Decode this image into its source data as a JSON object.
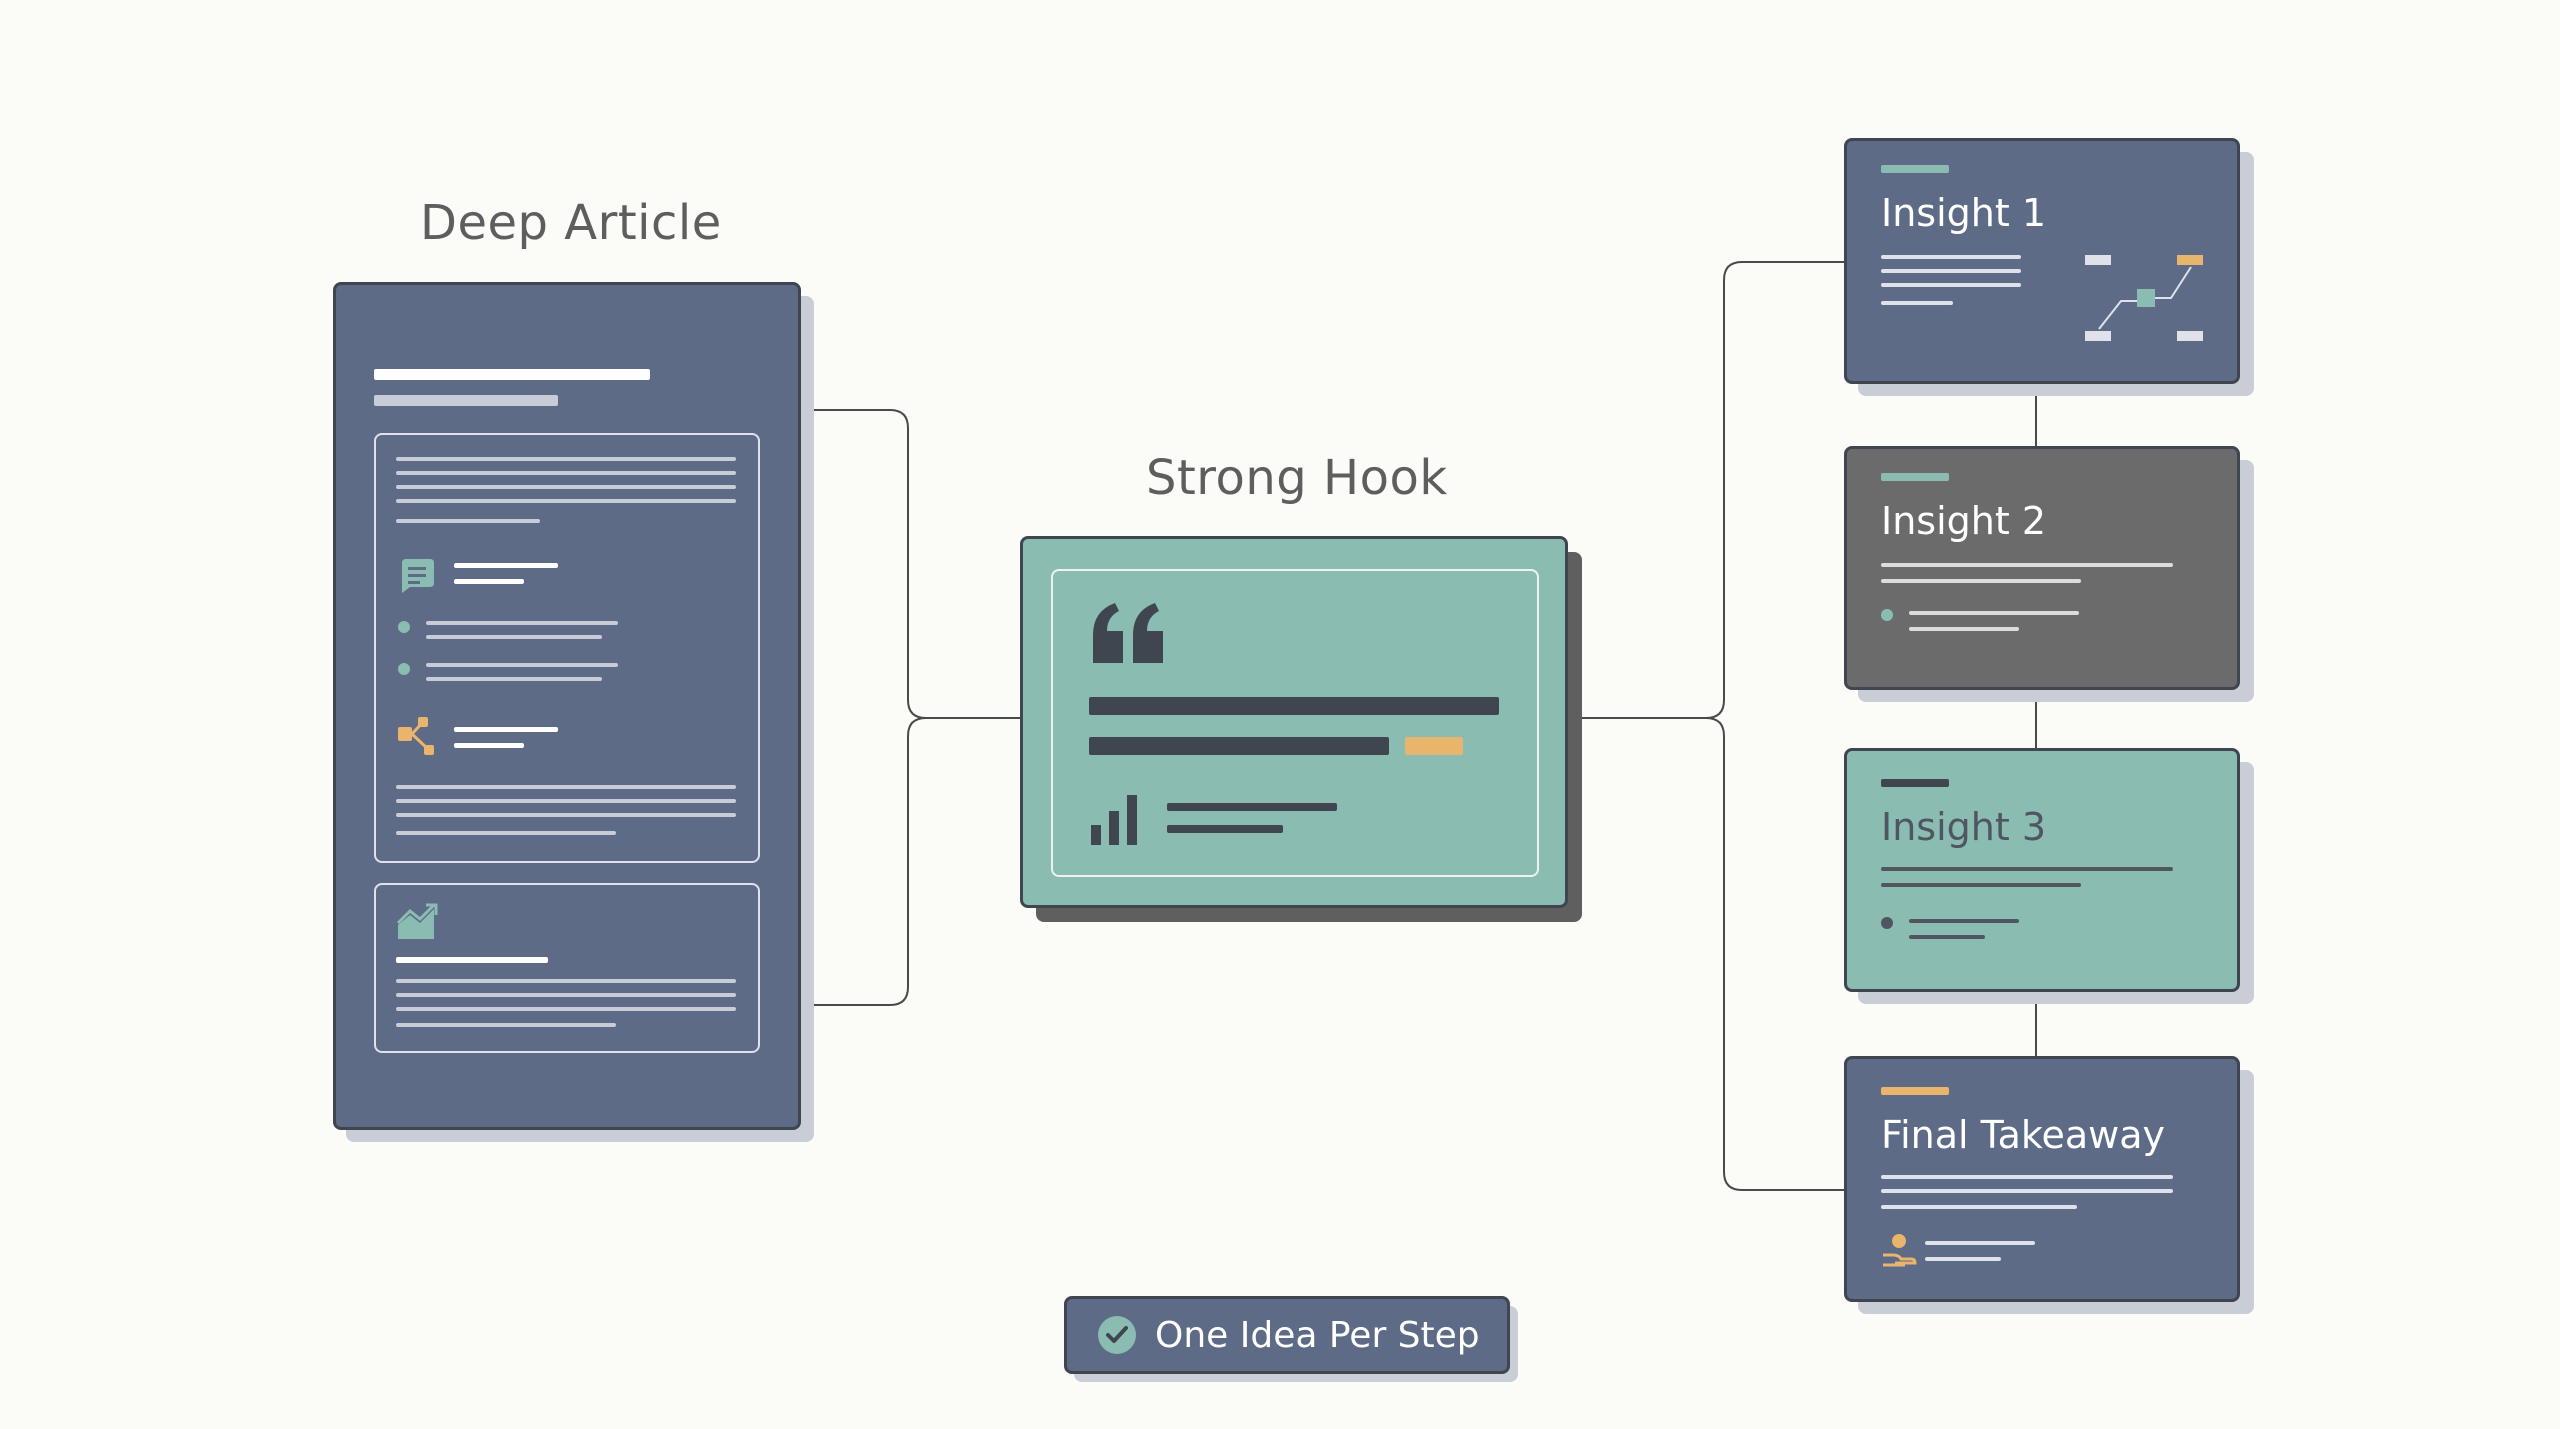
{
  "labels": {
    "deep_article": "Deep Article",
    "strong_hook": "Strong Hook"
  },
  "insights": [
    {
      "title": "Insight 1"
    },
    {
      "title": "Insight 2"
    },
    {
      "title": "Insight 3"
    },
    {
      "title": "Final Takeaway"
    }
  ],
  "footer_badge": {
    "label": "One Idea Per Step",
    "icon": "check-circle-icon"
  },
  "colors": {
    "slate": "#5d6b86",
    "teal": "#8bbcb2",
    "gray": "#6b6b6b",
    "orange": "#e9b46c",
    "dark_border": "#3f4650",
    "connector": "#4a4a4a"
  }
}
